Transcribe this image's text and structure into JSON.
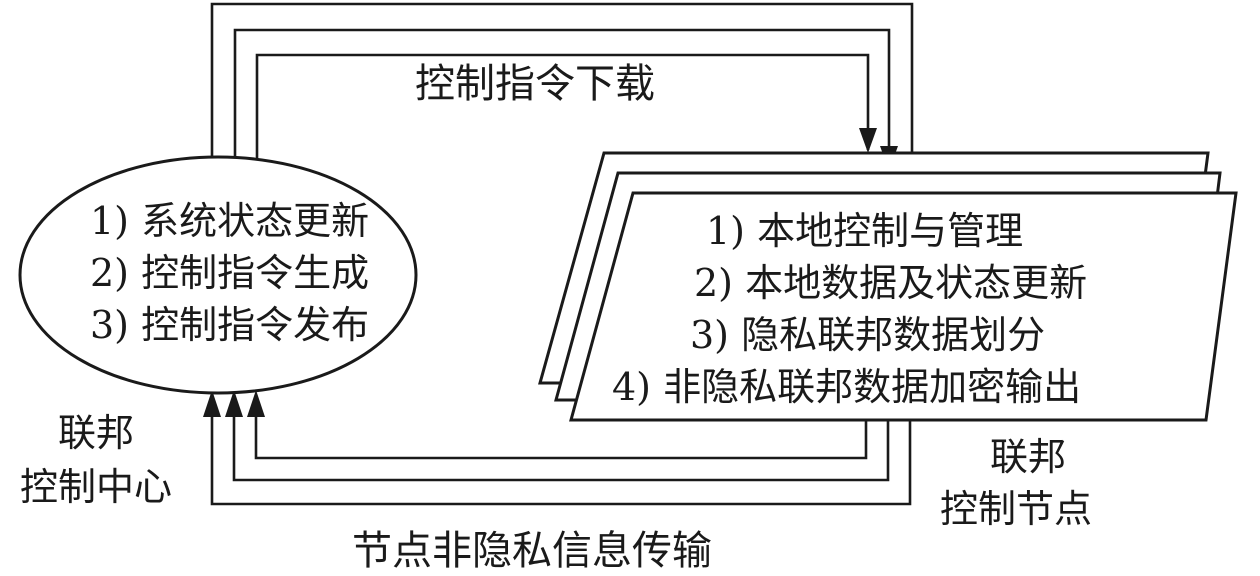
{
  "center": {
    "items": [
      "1) 系统状态更新",
      "2) 控制指令生成",
      "3) 控制指令发布"
    ],
    "label_line1": "联邦",
    "label_line2": "控制中心"
  },
  "node": {
    "items": [
      "1) 本地控制与管理",
      "2) 本地数据及状态更新",
      "3) 隐私联邦数据划分",
      "4) 非隐私联邦数据加密输出"
    ],
    "label_line1": "联邦",
    "label_line2": "控制节点"
  },
  "flows": {
    "downlink": "控制指令下载",
    "uplink": "节点非隐私信息传输"
  }
}
